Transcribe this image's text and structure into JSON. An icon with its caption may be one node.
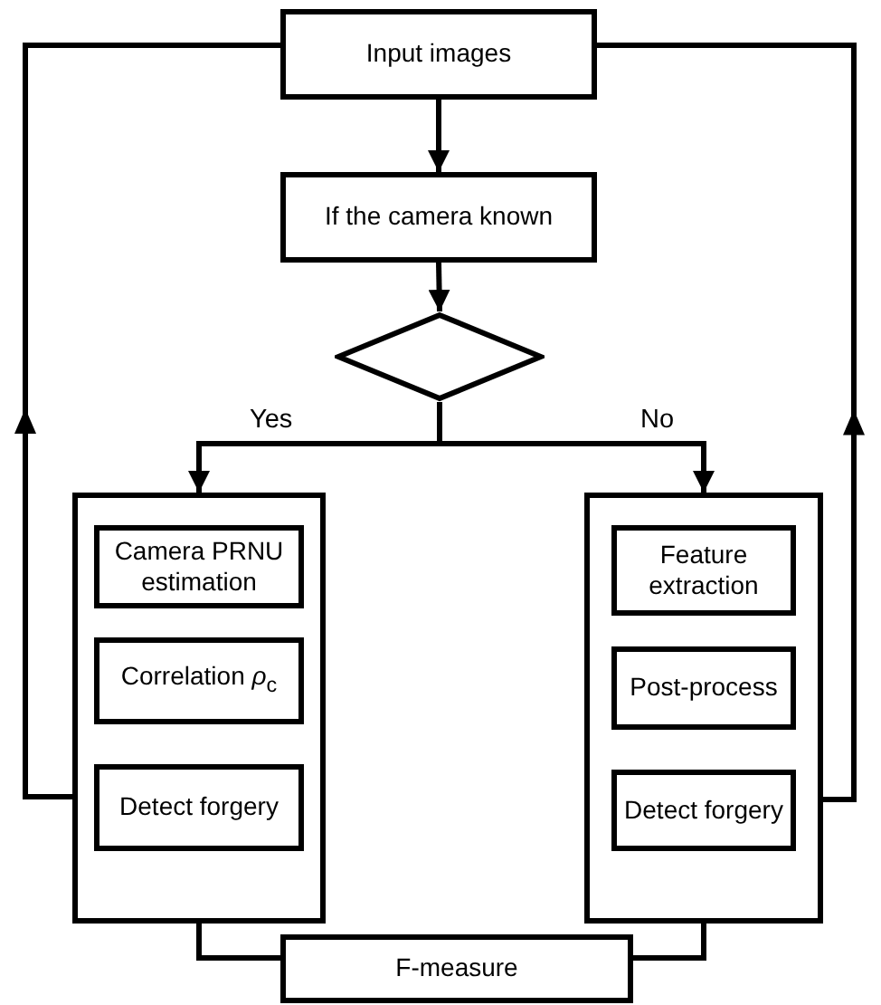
{
  "diagram": {
    "nodes": [
      {
        "text": [
          "Input images"
        ]
      },
      {
        "text": [
          "If the camera known"
        ]
      },
      {
        "text": [],
        "shape": "diamond"
      },
      {
        "text": [],
        "shape": "box"
      },
      {
        "text": [
          "Camera PRNU estimation"
        ],
        "in": 3
      },
      {
        "text": [
          "Correlation *ρ*$_{c}$"
        ],
        "in": 3
      },
      {
        "text": [
          "Detect forgery"
        ],
        "in": 3
      },
      {
        "text": [],
        "shape": "box"
      },
      {
        "text": [
          "Feature extraction"
        ],
        "in": 7
      },
      {
        "text": [
          "Post-process"
        ],
        "in": 7
      },
      {
        "text": [
          "Detect forgery"
        ],
        "in": 7
      },
      {
        "text": [
          "F-measure"
        ]
      }
    ],
    "edges": [
      {
        "from": 0,
        "to": 1,
        "arrow": "to"
      },
      {
        "from": 1,
        "to": 2,
        "arrow": "to"
      },
      {
        "from": 2,
        "to": 3,
        "label": "Yes",
        "arrow": "to"
      },
      {
        "from": 2,
        "to": 7,
        "label": "No",
        "arrow": "to"
      },
      {
        "from": 6,
        "to": 0,
        "arrow": "to"
      },
      {
        "from": 10,
        "to": 0,
        "arrow": "to"
      },
      {
        "from": 3,
        "to": 11,
        "arrow": "none"
      },
      {
        "from": 7,
        "to": 11,
        "arrow": "none"
      }
    ]
  }
}
